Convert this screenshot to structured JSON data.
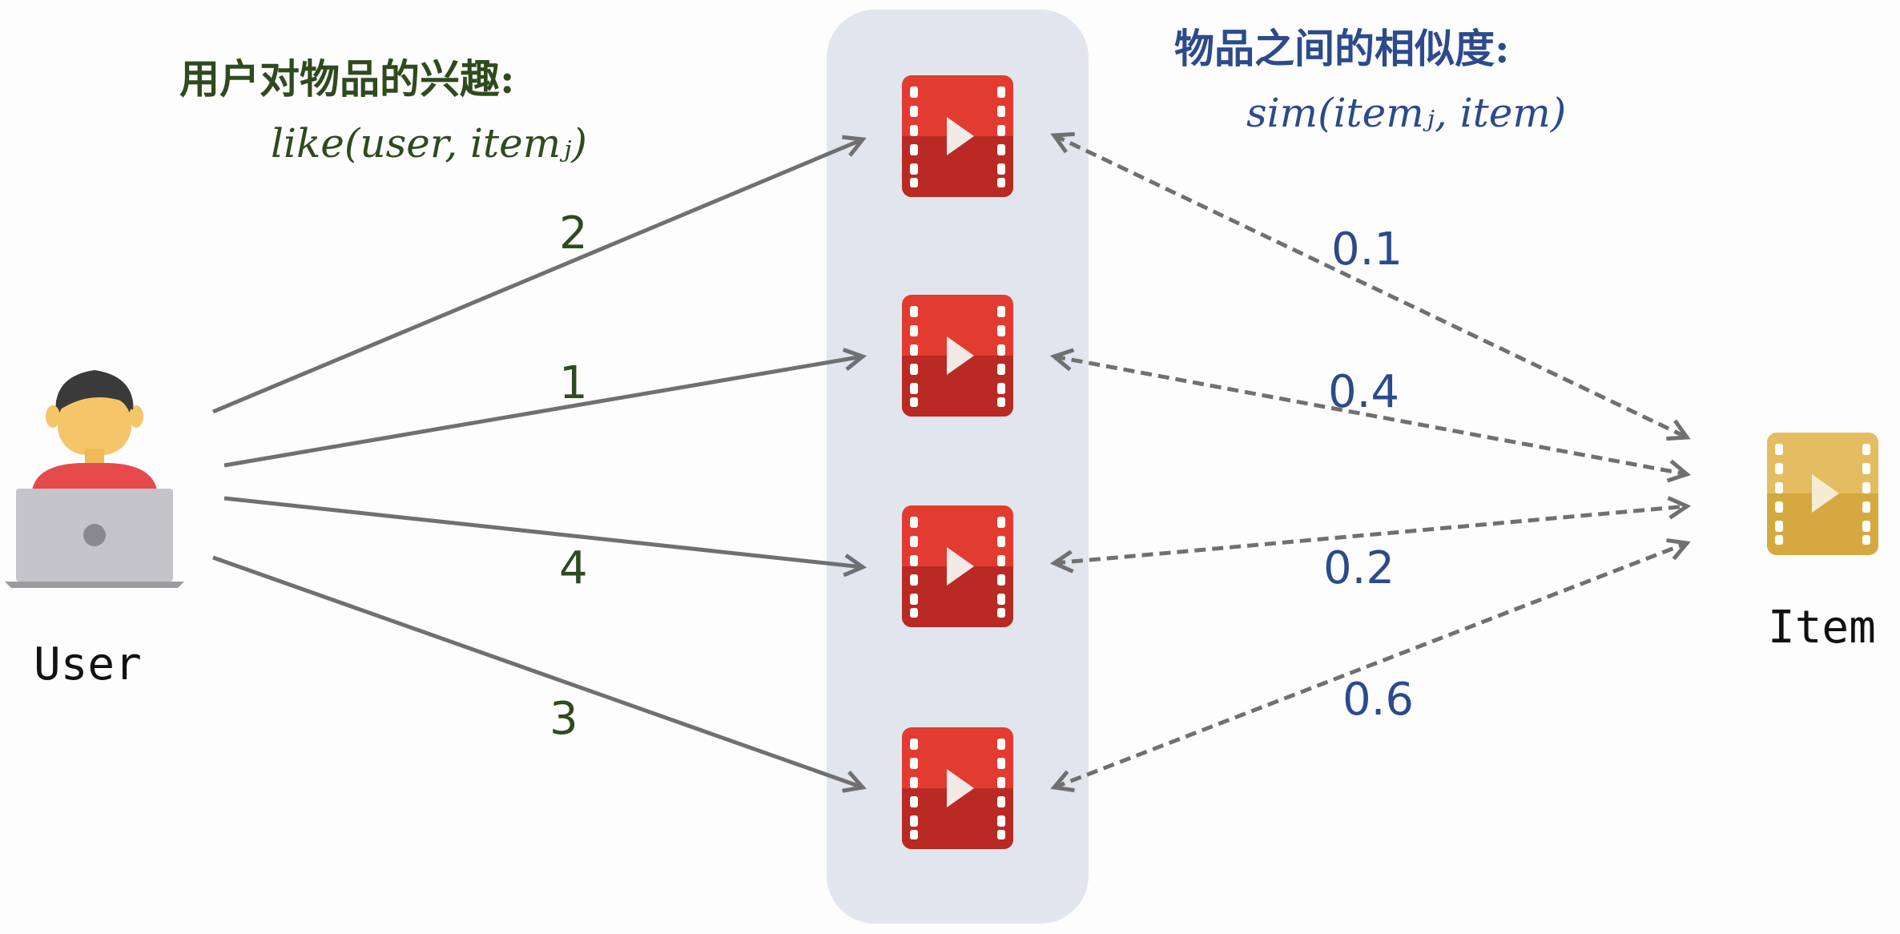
{
  "left_caption": {
    "title": "用户对物品的兴趣:",
    "formula": "like(user, itemⱼ)"
  },
  "right_caption": {
    "title": "物品之间的相似度:",
    "formula": "sim(itemⱼ, item)"
  },
  "user_label": "User",
  "item_label": "Item",
  "like_scores": [
    "2",
    "1",
    "4",
    "3"
  ],
  "similarities": [
    "0.1",
    "0.4",
    "0.2",
    "0.6"
  ],
  "colors": {
    "interest_text": "#2f4a1f",
    "similarity_text": "#2c4a8c",
    "arrow": "#707070",
    "candidate_panel": "#e1e6ee",
    "video_icon": "#d8362c",
    "target_item_icon": "#ddb24e"
  }
}
